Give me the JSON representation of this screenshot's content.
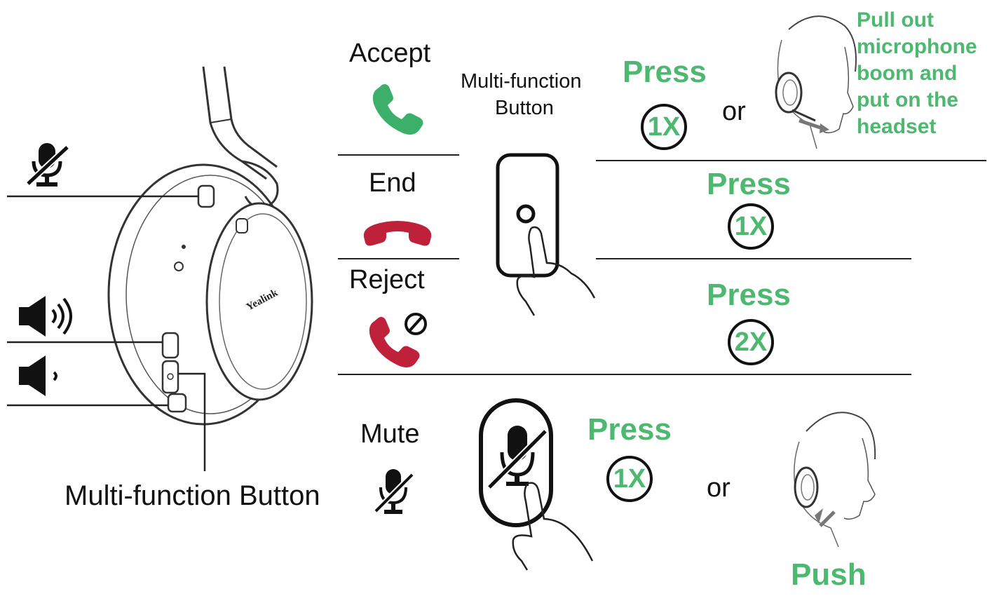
{
  "headset": {
    "brand": "Yealink",
    "button_label": "Multi-function Button"
  },
  "left_icons": [
    "mute-icon",
    "volume-up-icon",
    "volume-down-icon"
  ],
  "button_header": {
    "line1": "Multi-function",
    "line2": "Button"
  },
  "actions": {
    "accept": {
      "label": "Accept",
      "press": "Press",
      "count": "1X",
      "or": "or",
      "note": [
        "Pull out",
        "microphone",
        "boom and",
        "put on the",
        "headset"
      ]
    },
    "end": {
      "label": "End",
      "press": "Press",
      "count": "1X"
    },
    "reject": {
      "label": "Reject",
      "press": "Press",
      "count": "2X"
    },
    "mute": {
      "label": "Mute",
      "press": "Press",
      "count": "1X",
      "or": "or",
      "push": "Push"
    }
  },
  "colors": {
    "accent_green": "#4db86f",
    "accept_phone": "#3cb06a",
    "end_phone": "#c0213a"
  }
}
